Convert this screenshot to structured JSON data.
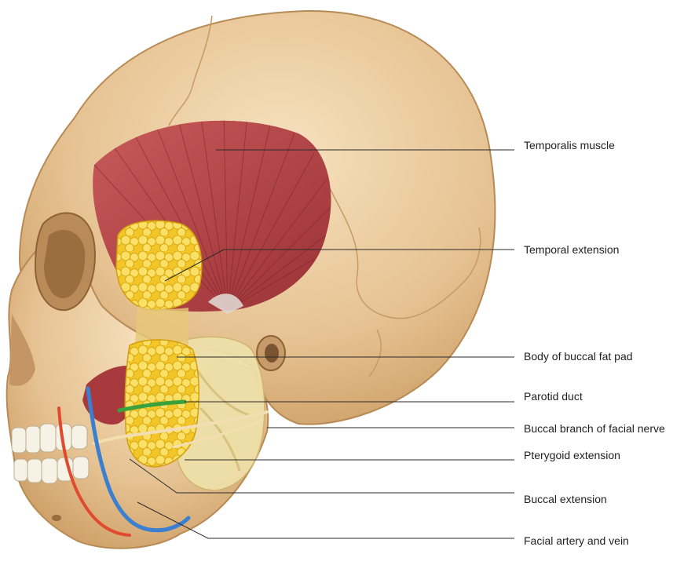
{
  "labels": {
    "temporalis_muscle": "Temporalis muscle",
    "temporal_extension": "Temporal extension",
    "body_of_buccal_fat_pad": "Body of buccal fat pad",
    "parotid_duct": "Parotid duct",
    "buccal_branch_facial_nerve": "Buccal branch of facial nerve",
    "pterygoid_extension": "Pterygoid extension",
    "buccal_extension": "Buccal extension",
    "facial_artery_and_vein": "Facial artery and vein"
  },
  "colors": {
    "bone": "#e8c79a",
    "bone_shadow": "#c89e6c",
    "muscle": "#b8474a",
    "fat": "#f4cc2e",
    "parotid": "#ecdca6",
    "duct": "#3aa23c",
    "nerve": "#f2deb0",
    "artery": "#e04a2e",
    "vein": "#3a7fd0",
    "leader": "#2a2a2a"
  }
}
